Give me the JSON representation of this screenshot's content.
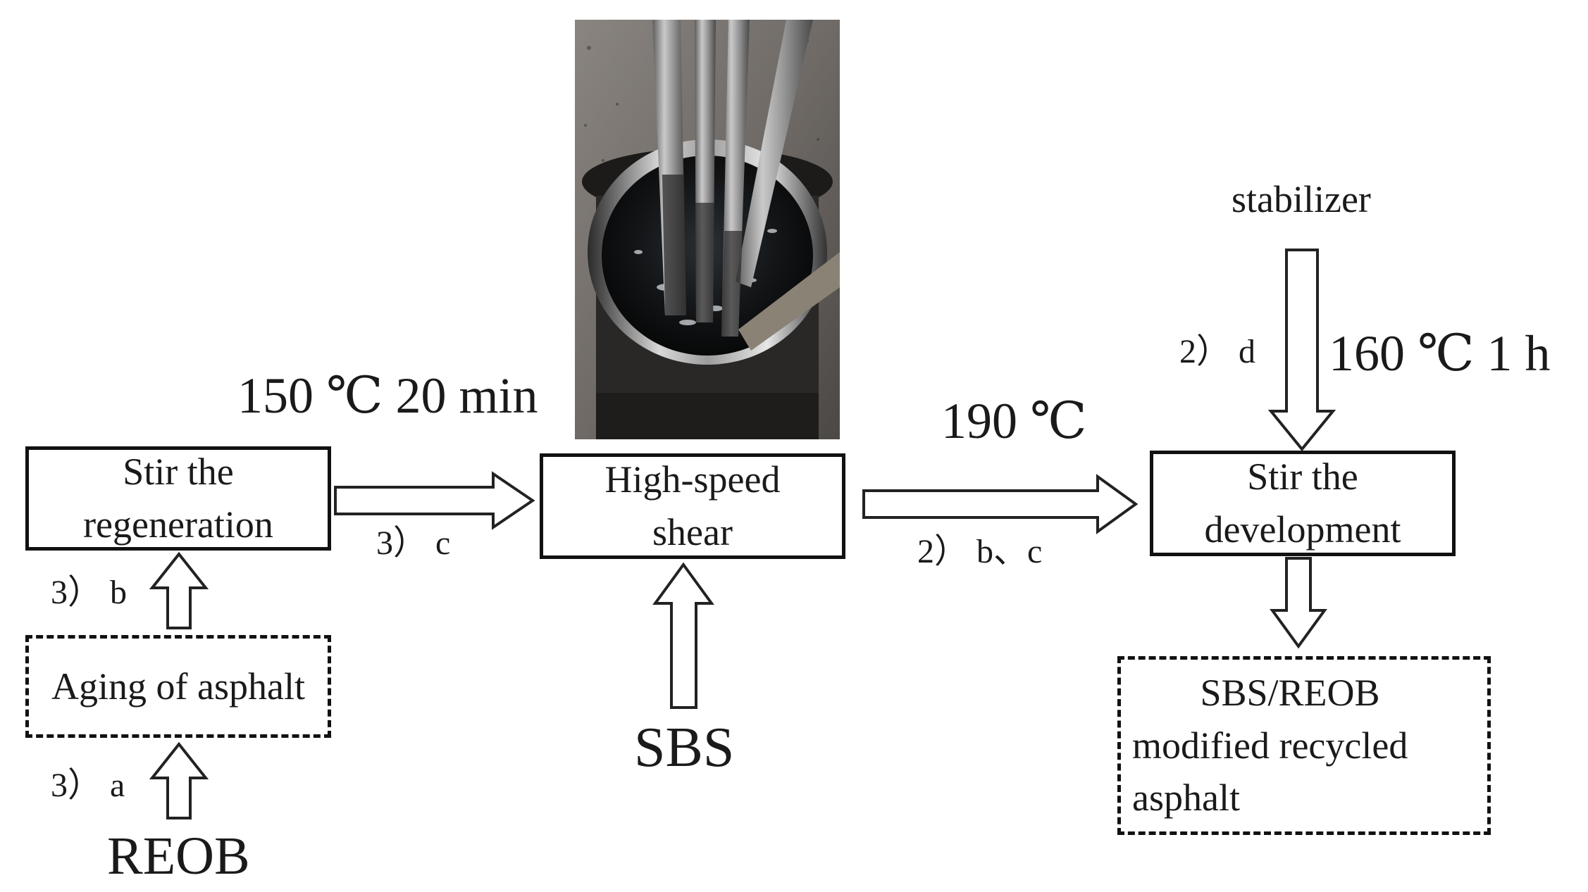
{
  "labels": {
    "cond_shear": "150 ℃ 20 min",
    "cond_develop": "190 ℃",
    "cond_stabilizer": "160 ℃ 1 h",
    "step_3b": "3） b",
    "step_3a": "3） a",
    "step_3c": "3） c",
    "step_2bc": "2） b、c",
    "step_2d": "2） d",
    "stabilizer": "stabilizer",
    "sbs": "SBS",
    "reob": "REOB"
  },
  "boxes": {
    "regeneration": {
      "line1": "Stir the",
      "line2": "regeneration"
    },
    "aging": {
      "text": "Aging of asphalt"
    },
    "shear": {
      "line1": "High-speed",
      "line2": "shear"
    },
    "development": {
      "line1": "Stir the",
      "line2": "development"
    },
    "product": {
      "line1": "SBS/REOB",
      "line2": "modified recycled",
      "line3": "asphalt"
    }
  },
  "photo": {
    "subject": "high-speed shear mixer in asphalt container"
  }
}
